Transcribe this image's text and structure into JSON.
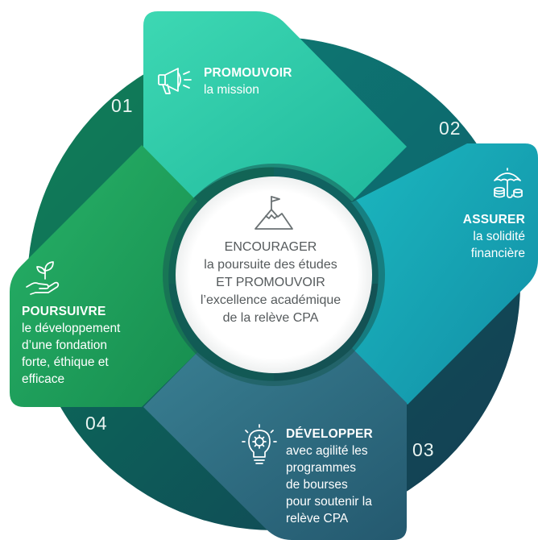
{
  "colors": {
    "seg1": "#29c9a6",
    "seg2": "#18a3b4",
    "seg3": "#2f7385",
    "seg4": "#1fa05c",
    "ring": "#0c5a52",
    "center_text": "#555a5c"
  },
  "center": {
    "icon": "mountain-flag-icon",
    "lines": [
      "ENCOURAGER",
      "la poursuite des études",
      "ET PROMOUVOIR",
      "l’excellence académique",
      "de la relève CPA"
    ]
  },
  "segments": [
    {
      "number": "01",
      "icon": "megaphone-icon",
      "title": "PROMOUVOIR",
      "lines": [
        "la mission"
      ]
    },
    {
      "number": "02",
      "icon": "umbrella-coins-icon",
      "title": "ASSURER",
      "lines": [
        "la solidité",
        "financière"
      ]
    },
    {
      "number": "03",
      "icon": "lightbulb-gear-icon",
      "title": "DÉVELOPPER",
      "lines": [
        "avec agilité les",
        "programmes",
        "de bourses",
        "pour soutenir la",
        "relève CPA"
      ]
    },
    {
      "number": "04",
      "icon": "hand-plant-icon",
      "title": "POURSUIVRE",
      "lines": [
        "le développement",
        "d’une fondation",
        "forte, éthique et",
        "efficace"
      ]
    }
  ]
}
